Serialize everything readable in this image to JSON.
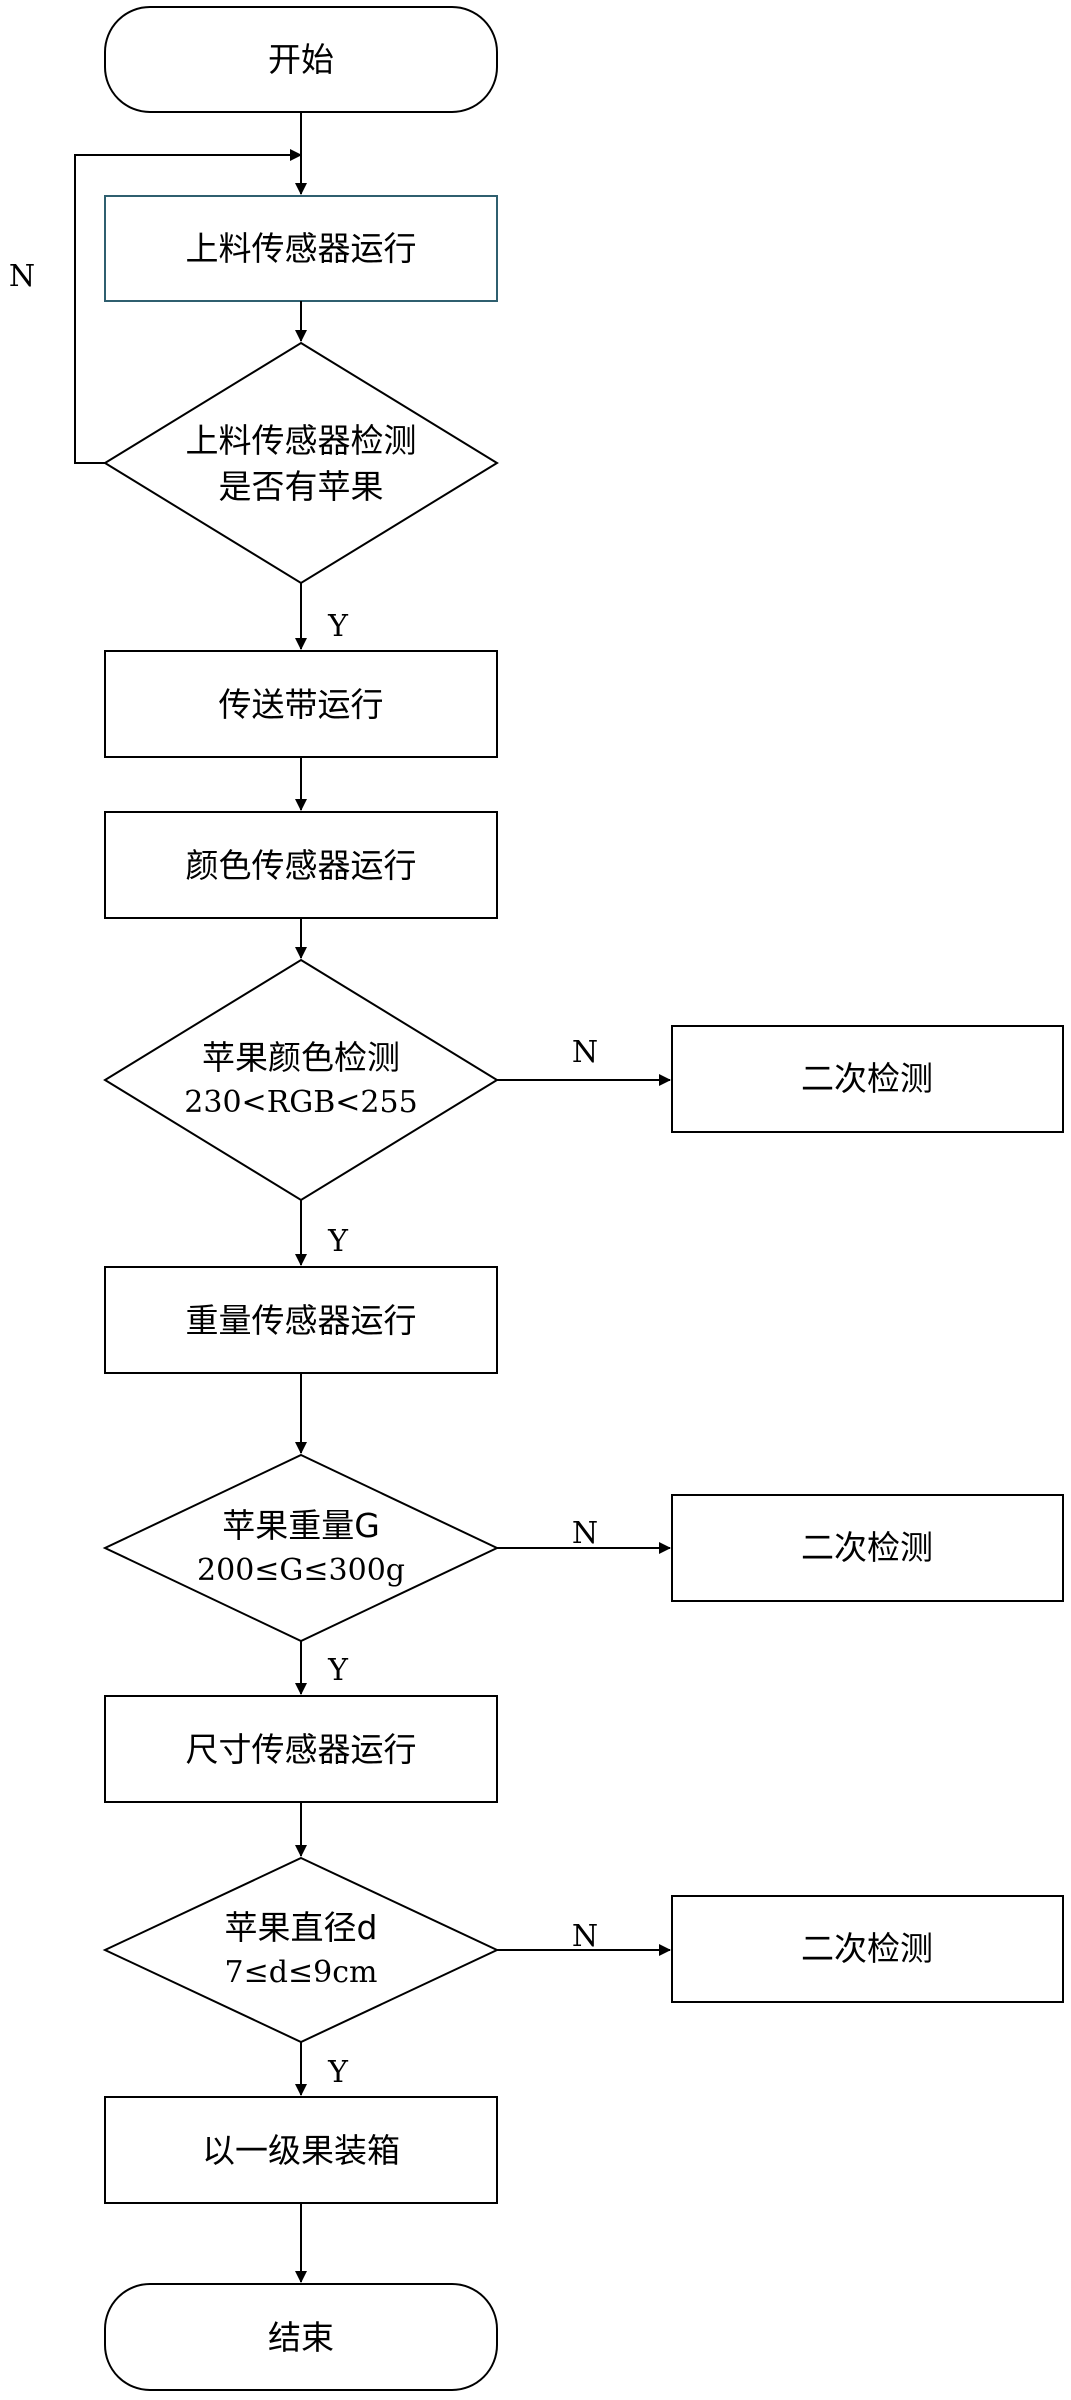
{
  "nodes": {
    "start": "开始",
    "feed_sensor_run": "上料传感器运行",
    "feed_check_line1": "上料传感器检测",
    "feed_check_line2": "是否有苹果",
    "conveyor_run": "传送带运行",
    "color_sensor_run": "颜色传感器运行",
    "color_check_line1": "苹果颜色检测",
    "color_check_line2": "230<RGB<255",
    "recheck_1": "二次检测",
    "weight_sensor_run": "重量传感器运行",
    "weight_check_line1": "苹果重量G",
    "weight_check_line2": "200≤G≤300g",
    "recheck_2": "二次检测",
    "size_sensor_run": "尺寸传感器运行",
    "size_check_line1": "苹果直径d",
    "size_check_line2": "7≤d≤9cm",
    "recheck_3": "二次检测",
    "pack_grade_one": "以一级果装箱",
    "end": "结束"
  },
  "edge_labels": {
    "feed_no": "N",
    "feed_yes": "Y",
    "color_no": "N",
    "color_yes": "Y",
    "weight_no": "N",
    "weight_yes": "Y",
    "size_no": "N",
    "size_yes": "Y"
  }
}
